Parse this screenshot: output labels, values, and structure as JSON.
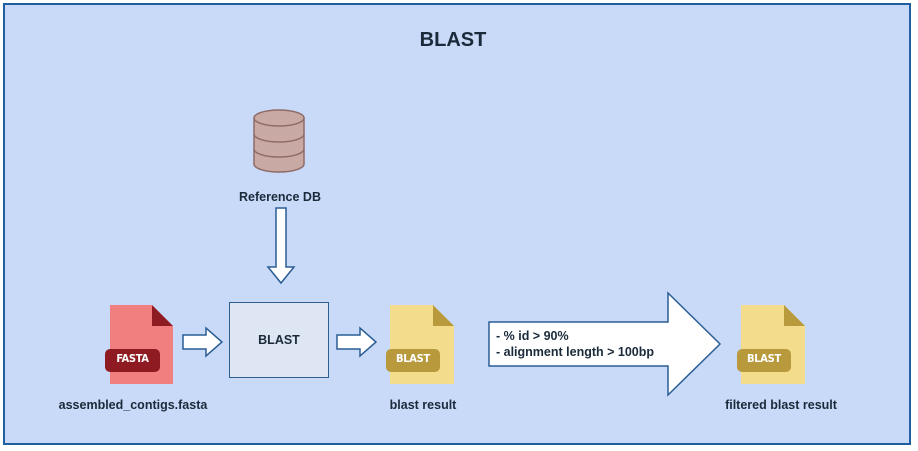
{
  "title": "BLAST",
  "reference_db": {
    "label": "Reference DB"
  },
  "input_file": {
    "badge": "FASTA",
    "label": "assembled_contigs.fasta"
  },
  "process": {
    "label": "BLAST"
  },
  "blast_result": {
    "badge": "BLAST",
    "label": "blast result"
  },
  "filter": {
    "lines": [
      "- % id > 90%",
      "- alignment length > 100bp"
    ]
  },
  "filtered_result": {
    "badge": "BLAST",
    "label": "filtered blast result"
  },
  "colors": {
    "background": "#c9daf8",
    "border": "#1f5fa0",
    "fasta_file": "#f08080",
    "fasta_badge": "#8b1a1a",
    "blast_file": "#f3dc8c",
    "blast_badge": "#b89a3c",
    "database": "#c9a9a4"
  }
}
